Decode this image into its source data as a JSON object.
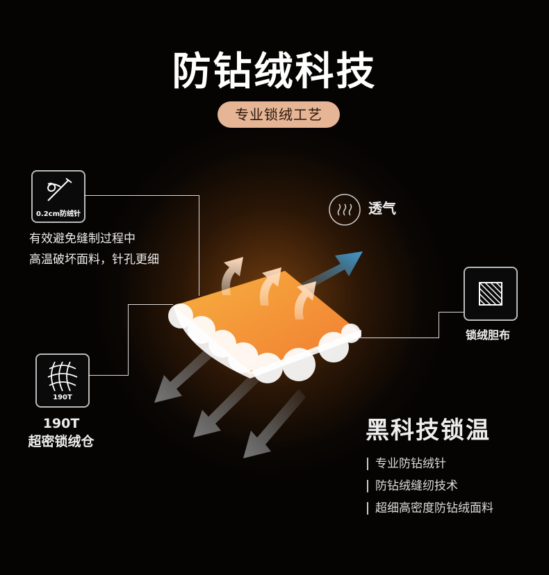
{
  "title": "防钻绒科技",
  "subtitle": "专业锁绒工艺",
  "needle": {
    "badge": "0.2cm防绒针",
    "desc": [
      "有效避免缝制过程中",
      "高温破坏面料，针孔更细"
    ]
  },
  "breathable": {
    "label": "透气"
  },
  "liner": {
    "label": "锁绒胆布"
  },
  "fabric": {
    "badge": "190T",
    "line1": "190T",
    "line2": "超密锁绒仓"
  },
  "tech": {
    "heading": "黑科技锁温",
    "features": [
      "专业防钻绒针",
      "防钻绒缝纫技术",
      "超细高密度防钻绒面料"
    ]
  },
  "colors": {
    "pill": "#e6b596",
    "arrow_blue": "#3f9bd0",
    "fill_orange": "#f08a2a"
  }
}
